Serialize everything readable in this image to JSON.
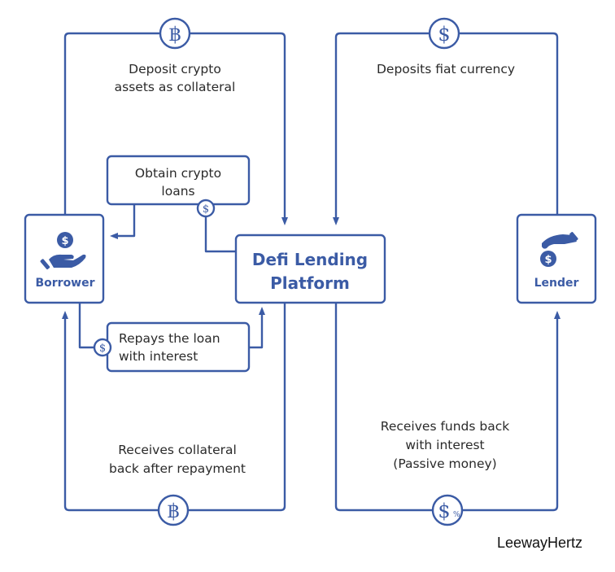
{
  "diagram": {
    "title": "Defi Lending Platform flow",
    "colors": {
      "accent": "#3b5ba5",
      "text": "#2a2a2a",
      "background": "#ffffff"
    },
    "nodes": {
      "borrower": {
        "label": "Borrower",
        "icon": "hand-holding-dollar-icon"
      },
      "platform": {
        "line1": "Defi Lending",
        "line2": "Platform"
      },
      "lender": {
        "label": "Lender",
        "icon": "hand-dropping-coin-icon"
      }
    },
    "flows": {
      "deposit_collateral": {
        "line1": "Deposit crypto",
        "line2": "assets as collateral",
        "icon": "bitcoin-icon",
        "glyph": "฿"
      },
      "obtain_loans": {
        "line1": "Obtain crypto",
        "line2": "loans",
        "icon": "dollar-icon",
        "glyph": "$"
      },
      "repays_loan": {
        "line1": "Repays the loan",
        "line2": "with interest",
        "icon": "dollar-icon",
        "glyph": "$"
      },
      "receives_collateral": {
        "line1": "Receives collateral",
        "line2": "back after repayment",
        "icon": "bitcoin-icon",
        "glyph": "฿"
      },
      "deposits_fiat": {
        "line1": "Deposits fiat currency",
        "icon": "dollar-icon",
        "glyph": "$"
      },
      "receives_funds": {
        "line1": "Receives funds back",
        "line2": "with interest",
        "line3": "(Passive money)",
        "icon": "dollar-percent-icon",
        "glyph": "$",
        "glyph_suffix": "%"
      }
    },
    "brand": "LeewayHertz"
  }
}
